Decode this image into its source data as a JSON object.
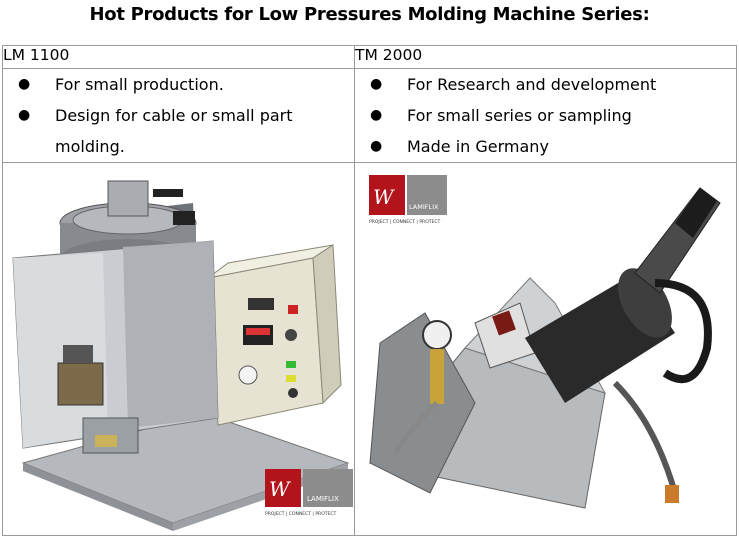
{
  "title": "Hot Products for Low Pressures Molding Machine Series:",
  "products": [
    {
      "name": "LM 1100",
      "bullets": [
        "For small production.",
        "Design for cable or small part molding."
      ],
      "image": "lm1100-machine-photo",
      "logo": {
        "brand": "LAMIFLIX",
        "tagline": "PROJECT | CONNECT | PROTECT"
      }
    },
    {
      "name": "TM 2000",
      "bullets": [
        "For Research and development",
        "For small series or sampling",
        "Made in Germany"
      ],
      "image": "tm2000-hot-melt-gun-photo",
      "logo": {
        "brand": "LAMIFLIX",
        "tagline": "PROJECT | CONNECT | PROTECT"
      }
    }
  ],
  "bullet_symbol": "●",
  "colors": {
    "logo_red": "#b3141c",
    "logo_grey": "#8c8c8c",
    "border": "#9a9a9a"
  }
}
